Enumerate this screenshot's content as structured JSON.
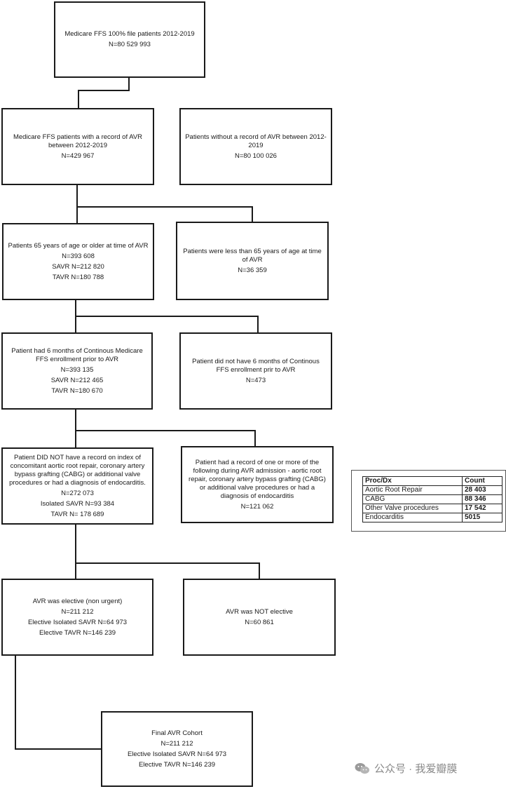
{
  "boxes": {
    "b1": {
      "lines": [
        "Medicare FFS 100% file patients 2012-2019",
        "N=80 529 993"
      ]
    },
    "b2": {
      "lines": [
        "Medicare FFS patients with a record of AVR between 2012-2019",
        "N=429 967"
      ]
    },
    "b3": {
      "lines": [
        "Patients without a record of AVR between 2012-2019",
        "N=80 100 026"
      ]
    },
    "b4": {
      "lines": [
        "Patients 65 years of age or older at time of AVR",
        "N=393 608",
        "SAVR N=212 820",
        "TAVR N=180 788"
      ]
    },
    "b5": {
      "lines": [
        "Patients were less than 65 years of age at time of AVR",
        "N=36 359"
      ]
    },
    "b6": {
      "lines": [
        "Patient had 6 months of Continous Medicare FFS enrollment prior to AVR",
        "N=393 135",
        "SAVR N=212 465",
        "TAVR N=180 670"
      ]
    },
    "b7": {
      "lines": [
        "Patient did not have 6 months of Continous FFS enrollment prir to AVR",
        "N=473"
      ]
    },
    "b8": {
      "lines": [
        "Patient DID NOT have a record on index of concomitant aortic root repair, coronary artery bypass grafting (CABG) or additional valve procedures or had a diagnosis of endocarditis.",
        "N=272 073",
        "Isolated SAVR N=93 384",
        "TAVR N= 178 689"
      ]
    },
    "b9": {
      "lines": [
        "Patient had a record of one or more of the following during AVR admission - aortic root repair, coronary artery bypass grafting (CABG) or additional valve procedures or had a diagnosis of endocarditis",
        "N=121 062"
      ]
    },
    "b10": {
      "lines": [
        "AVR was elective (non urgent)",
        "N=211 212",
        "Elective Isolated SAVR N=64 973",
        "Elective TAVR N=146 239"
      ]
    },
    "b11": {
      "lines": [
        "AVR was NOT elective",
        "N=60 861"
      ]
    },
    "b12": {
      "lines": [
        "Final AVR Cohort",
        "N=211 212",
        "Elective Isolated SAVR N=64 973",
        "Elective TAVR N=146 239"
      ]
    }
  },
  "legend": {
    "headers": [
      "Proc/Dx",
      "Count"
    ],
    "rows": [
      [
        "Aortic Root Repair",
        "28 403"
      ],
      [
        "CABG",
        "88 346"
      ],
      [
        "Other Valve procedures",
        "17 542"
      ],
      [
        "Endocarditis",
        "5015"
      ]
    ]
  },
  "watermark": {
    "text": "公众号 · 我爱瓣膜"
  }
}
